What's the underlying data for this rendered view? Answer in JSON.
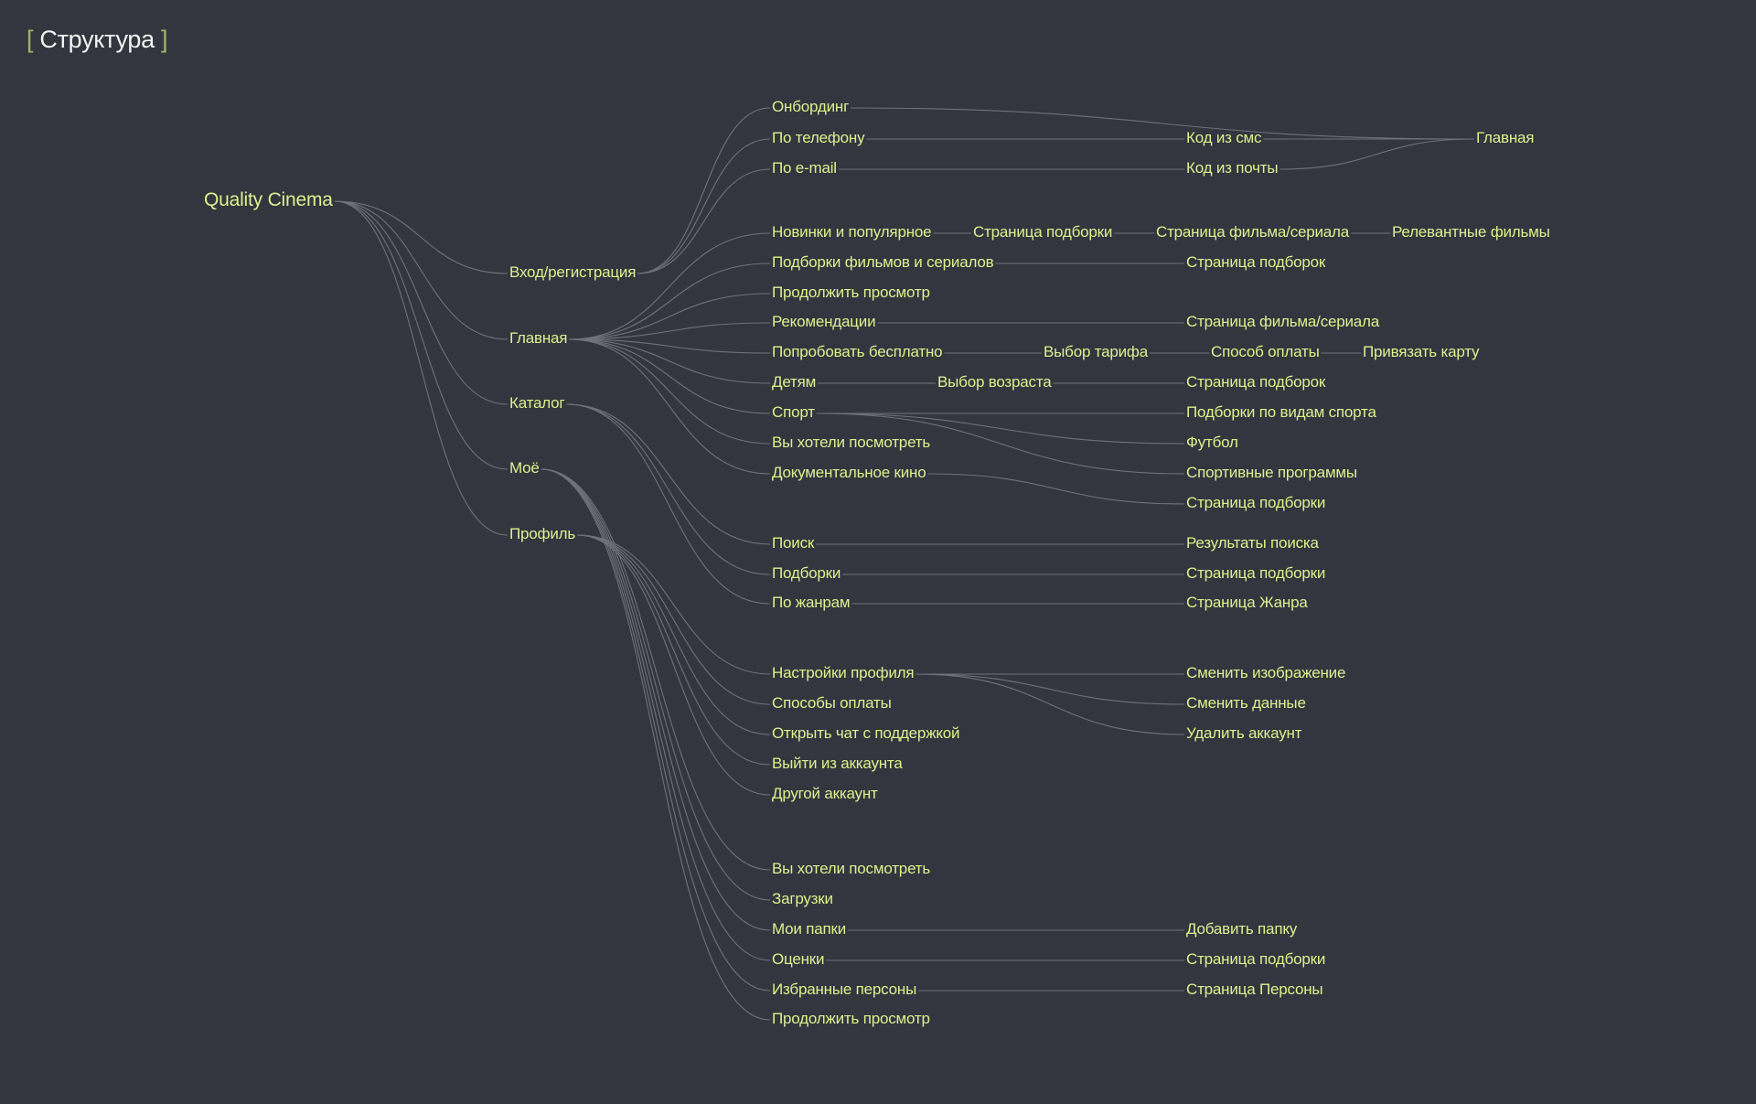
{
  "title": {
    "bracket_open": "[",
    "text": "Структура",
    "bracket_close": "]"
  },
  "colors": {
    "background": "#33363f",
    "node_text": "#dcf08c",
    "edge": "#6f727a",
    "title": "#f2f2f2",
    "bracket": "#9fb56a"
  },
  "nodes": {
    "root": "Quality Cinema",
    "auth": "Вход/регистрация",
    "main": "Главная",
    "catalog": "Каталог",
    "mine": "Моё",
    "profile": "Профиль",
    "onb": "Онбординг",
    "phone": "По телефону",
    "email": "По e-mail",
    "sms": "Код из смс",
    "mailcode": "Код из почты",
    "home": "Главная",
    "new": "Новинки и популярное",
    "sel1": "Страница подборки",
    "film1": "Страница фильма/сериала",
    "rel": "Релевантные фильмы",
    "colls": "Подборки фильмов и сериалов",
    "collpage": "Страница подборок",
    "cont": "Продолжить просмотр",
    "rec": "Рекомендации",
    "film2": "Страница фильма/сериала",
    "try": "Попробовать бесплатно",
    "tariff": "Выбор тарифа",
    "pay": "Способ оплаты",
    "card": "Привязать карту",
    "kids": "Детям",
    "age": "Выбор возраста",
    "collpage2": "Страница подборок",
    "sport": "Спорт",
    "sportcolls": "Подборки по видам спорта",
    "football": "Футбол",
    "sportprog": "Спортивные программы",
    "want": "Вы хотели посмотреть",
    "doc": "Документальное кино",
    "sel2": "Страница подборки",
    "search": "Поиск",
    "results": "Результаты поиска",
    "cats": "Подборки",
    "sel3": "Страница подборки",
    "genres": "По жанрам",
    "genre": "Страница Жанра",
    "settings": "Настройки профиля",
    "changeimg": "Сменить изображение",
    "changedata": "Сменить данные",
    "delete": "Удалить аккаунт",
    "payments": "Способы оплаты",
    "chat": "Открыть чат с поддержкой",
    "logout": "Выйти из аккаунта",
    "other": "Другой аккаунт",
    "want2": "Вы хотели посмотреть",
    "downloads": "Загрузки",
    "folders": "Мои папки",
    "addfolder": "Добавить папку",
    "ratings": "Оценки",
    "sel4": "Страница подборки",
    "persons": "Избранные персоны",
    "personpage": "Страница Персоны",
    "cont2": "Продолжить просмотр"
  },
  "edges": [
    [
      "root",
      "auth"
    ],
    [
      "root",
      "main"
    ],
    [
      "root",
      "catalog"
    ],
    [
      "root",
      "mine"
    ],
    [
      "root",
      "profile"
    ],
    [
      "auth",
      "onb"
    ],
    [
      "auth",
      "phone"
    ],
    [
      "auth",
      "email"
    ],
    [
      "onb",
      "home"
    ],
    [
      "phone",
      "sms"
    ],
    [
      "sms",
      "home"
    ],
    [
      "email",
      "mailcode"
    ],
    [
      "mailcode",
      "home"
    ],
    [
      "main",
      "new"
    ],
    [
      "main",
      "colls"
    ],
    [
      "main",
      "cont"
    ],
    [
      "main",
      "rec"
    ],
    [
      "main",
      "try"
    ],
    [
      "main",
      "kids"
    ],
    [
      "main",
      "sport"
    ],
    [
      "main",
      "want"
    ],
    [
      "main",
      "doc"
    ],
    [
      "new",
      "sel1"
    ],
    [
      "sel1",
      "film1"
    ],
    [
      "film1",
      "rel"
    ],
    [
      "colls",
      "collpage"
    ],
    [
      "rec",
      "film2"
    ],
    [
      "try",
      "tariff"
    ],
    [
      "tariff",
      "pay"
    ],
    [
      "pay",
      "card"
    ],
    [
      "kids",
      "age"
    ],
    [
      "age",
      "collpage2"
    ],
    [
      "sport",
      "sportcolls"
    ],
    [
      "sport",
      "football"
    ],
    [
      "sport",
      "sportprog"
    ],
    [
      "doc",
      "sel2"
    ],
    [
      "catalog",
      "search"
    ],
    [
      "catalog",
      "cats"
    ],
    [
      "catalog",
      "genres"
    ],
    [
      "search",
      "results"
    ],
    [
      "cats",
      "sel3"
    ],
    [
      "genres",
      "genre"
    ],
    [
      "profile",
      "settings"
    ],
    [
      "profile",
      "payments"
    ],
    [
      "profile",
      "chat"
    ],
    [
      "profile",
      "logout"
    ],
    [
      "profile",
      "other"
    ],
    [
      "settings",
      "changeimg"
    ],
    [
      "settings",
      "changedata"
    ],
    [
      "settings",
      "delete"
    ],
    [
      "mine",
      "want2"
    ],
    [
      "mine",
      "downloads"
    ],
    [
      "mine",
      "folders"
    ],
    [
      "mine",
      "ratings"
    ],
    [
      "mine",
      "persons"
    ],
    [
      "mine",
      "cont2"
    ],
    [
      "folders",
      "addfolder"
    ],
    [
      "ratings",
      "sel4"
    ],
    [
      "persons",
      "personpage"
    ]
  ]
}
